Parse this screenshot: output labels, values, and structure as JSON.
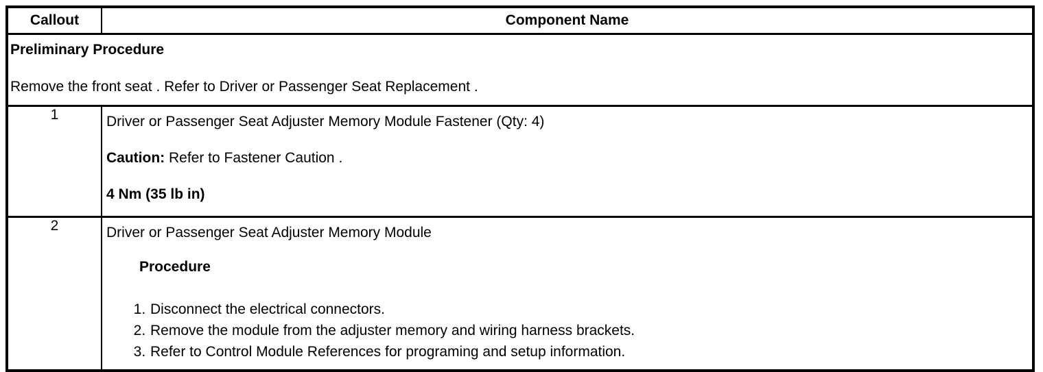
{
  "table": {
    "header": {
      "callout": "Callout",
      "component": "Component Name"
    },
    "preliminary": {
      "title": "Preliminary Procedure",
      "text": "Remove the front seat . Refer to Driver or Passenger Seat Replacement ."
    },
    "rows": [
      {
        "callout": "1",
        "component_name": "Driver or Passenger Seat Adjuster Memory Module Fastener (Qty: 4)",
        "caution_label": "Caution:",
        "caution_text": " Refer to Fastener Caution .",
        "torque": "4 Nm (35 lb in)"
      },
      {
        "callout": "2",
        "component_name": "Driver or Passenger Seat Adjuster Memory Module",
        "procedure_label": "Procedure",
        "steps": [
          "Disconnect the electrical connectors.",
          "Remove the module from the adjuster memory and wiring harness brackets.",
          "Refer to Control Module References for programing and setup information."
        ]
      }
    ]
  }
}
